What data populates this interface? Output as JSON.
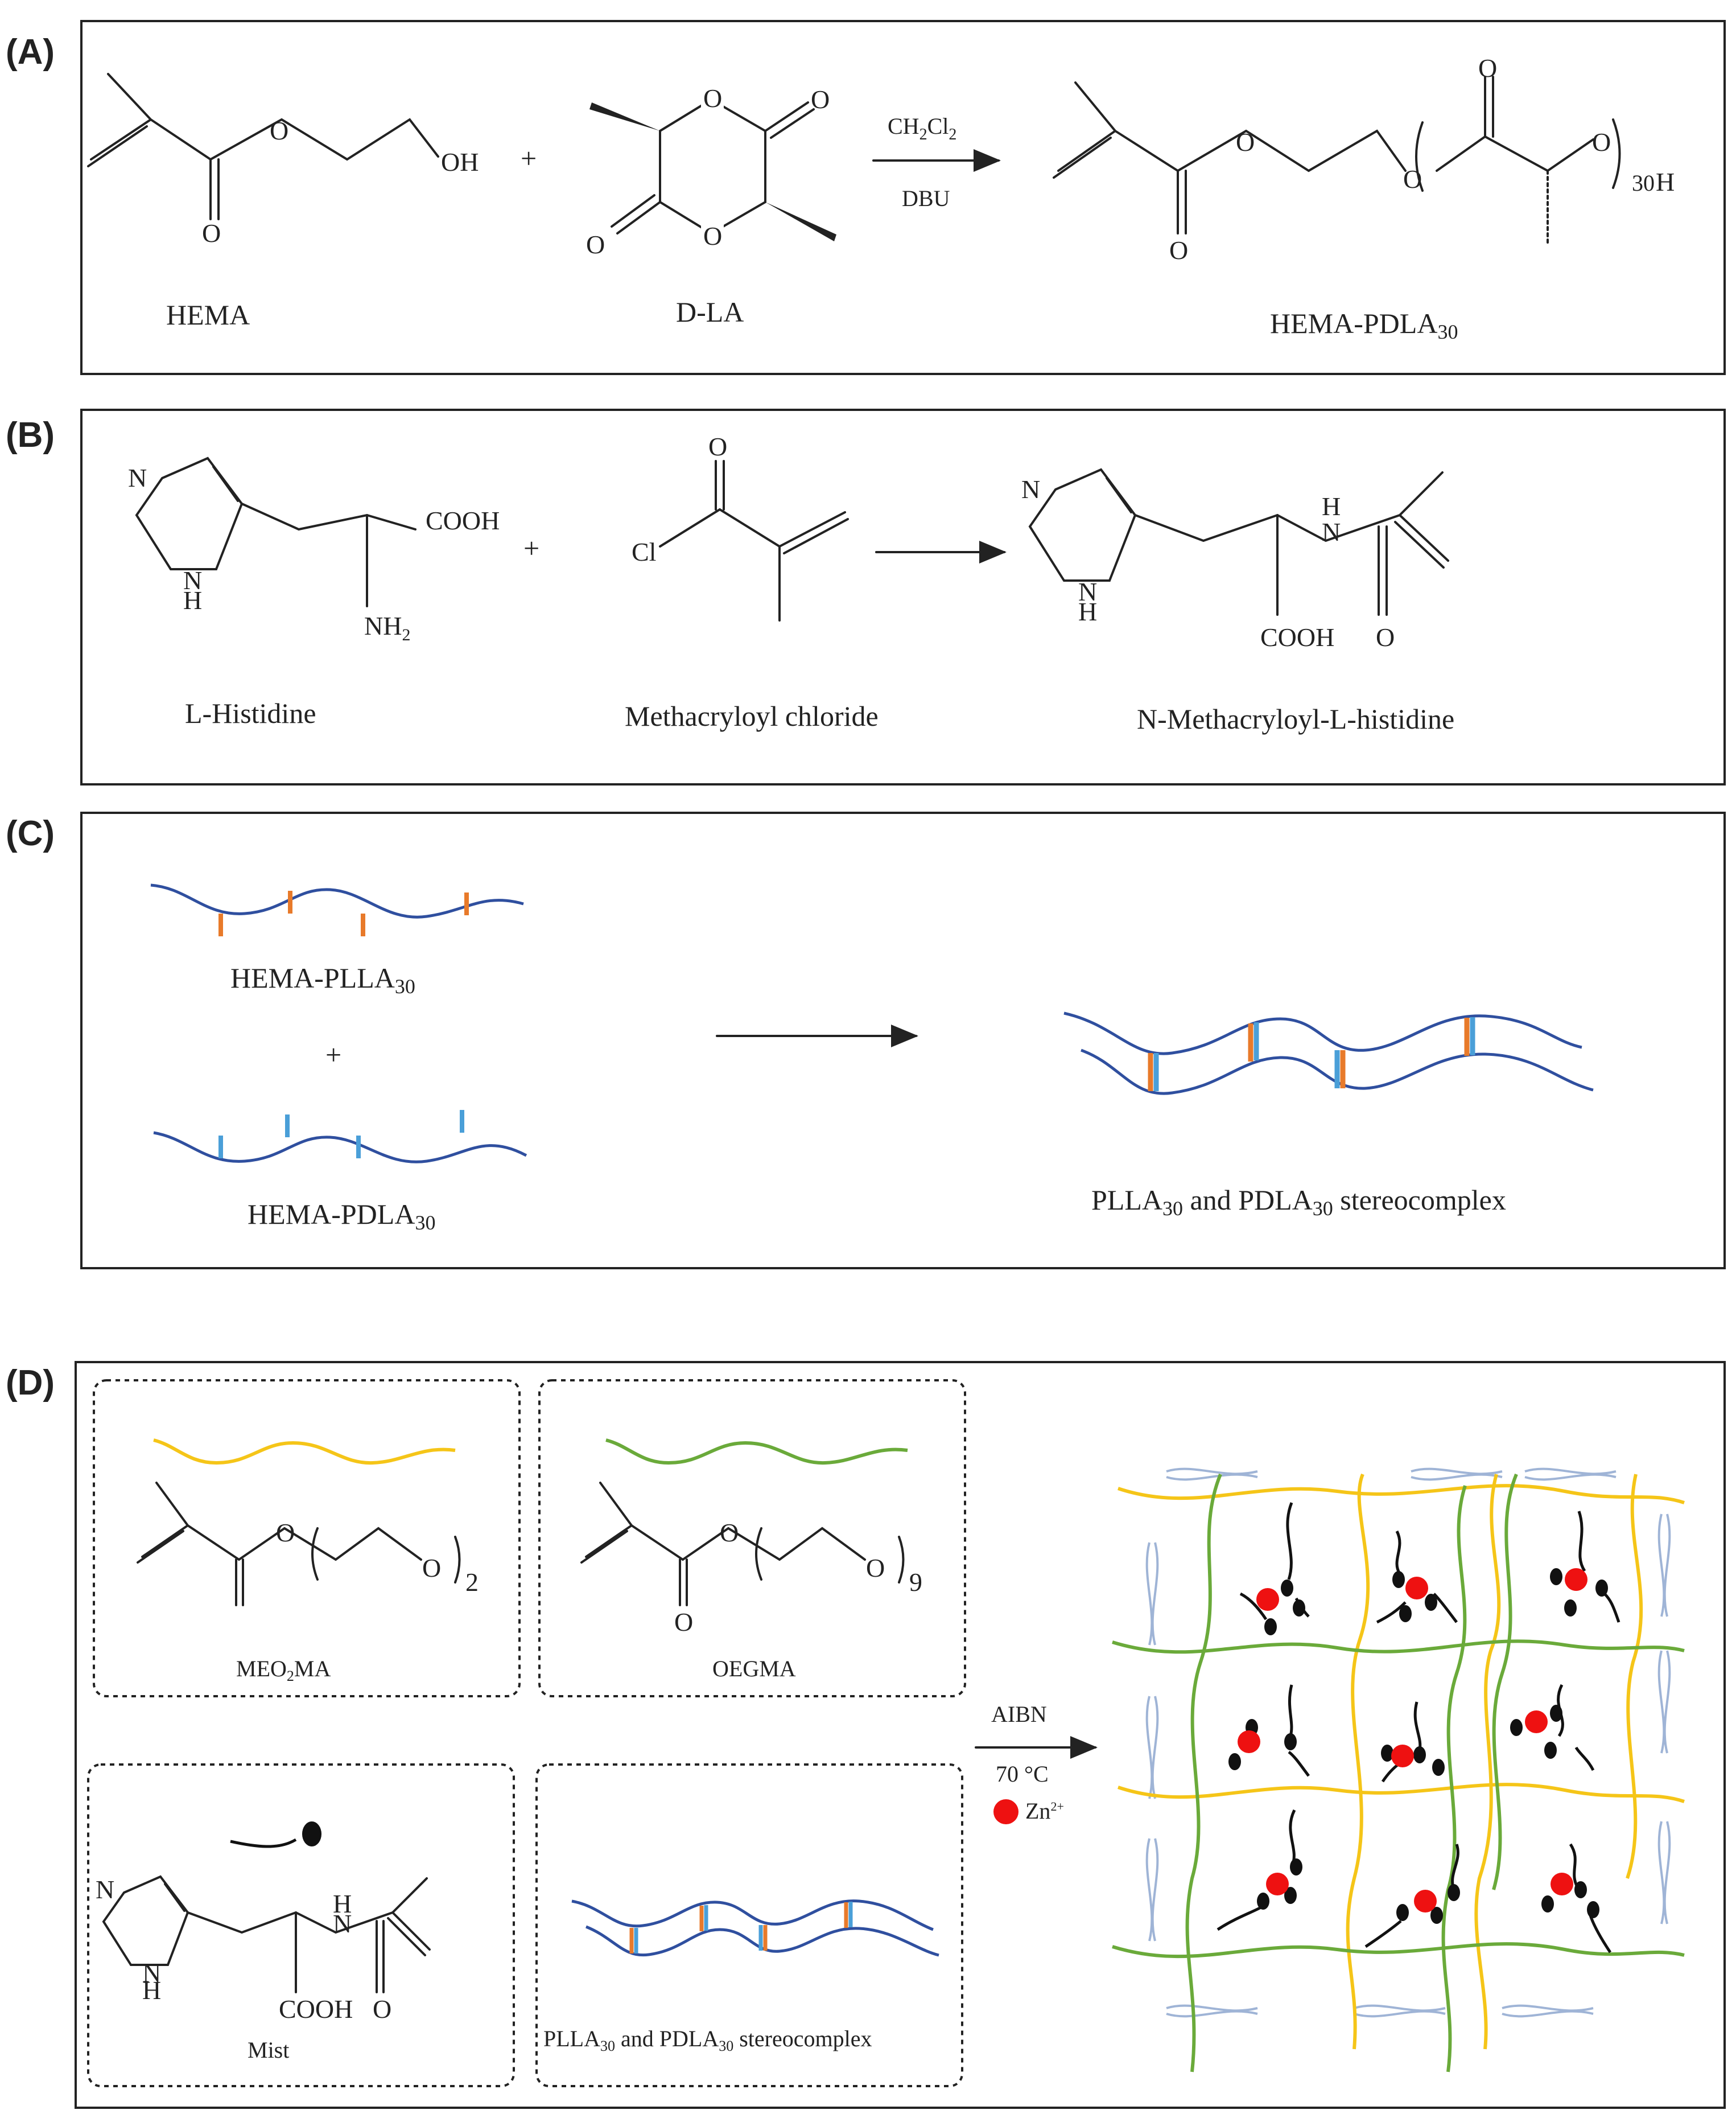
{
  "panels": {
    "a": "(A)",
    "b": "(B)",
    "c": "(C)",
    "d": "(D)"
  },
  "panel_a": {
    "hema": "HEMA",
    "dla": "D-LA",
    "product": "HEMA-PDLA",
    "product_sub": "30",
    "solvent": "CH",
    "solvent_sub1": "2",
    "solvent_cl": "Cl",
    "solvent_sub2": "2",
    "catalyst": "DBU",
    "oh": "OH",
    "o": "O",
    "h": "H",
    "n30": "30"
  },
  "panel_b": {
    "histidine": "L-Histidine",
    "chloride": "Methacryloyl chloride",
    "product": "N-Methacryloyl-L-histidine",
    "cooh": "COOH",
    "nh2": "NH",
    "nh2_sub": "2",
    "n": "N",
    "h": "H",
    "cl": "Cl",
    "o": "O"
  },
  "panel_c": {
    "plla": "HEMA-PLLA",
    "pdla": "HEMA-PDLA",
    "sub": "30",
    "plus": "+",
    "stereo_a": "PLLA",
    "stereo_and": " and PDLA",
    "stereo_b": " stereocomplex"
  },
  "panel_d": {
    "meo2ma_a": "MEO",
    "meo2ma_sub": "2",
    "meo2ma_b": "MA",
    "oegma": "OEGMA",
    "mist": "Mist",
    "stereo_a": "PLLA",
    "stereo_and": " and PDLA",
    "stereo_b": " stereocomplex",
    "sub": "30",
    "n2": "2",
    "n9": "9",
    "initiator": "AIBN",
    "temp": "70 °C",
    "zn": "Zn",
    "zn_sup": "2+"
  },
  "colors": {
    "plla_mark": "#e87a2a",
    "pdla_mark": "#4a9fd8",
    "chain": "#2f4f9f",
    "meo2ma": "#f5c518",
    "oegma": "#6aaa3a",
    "zn": "#ee1111"
  }
}
